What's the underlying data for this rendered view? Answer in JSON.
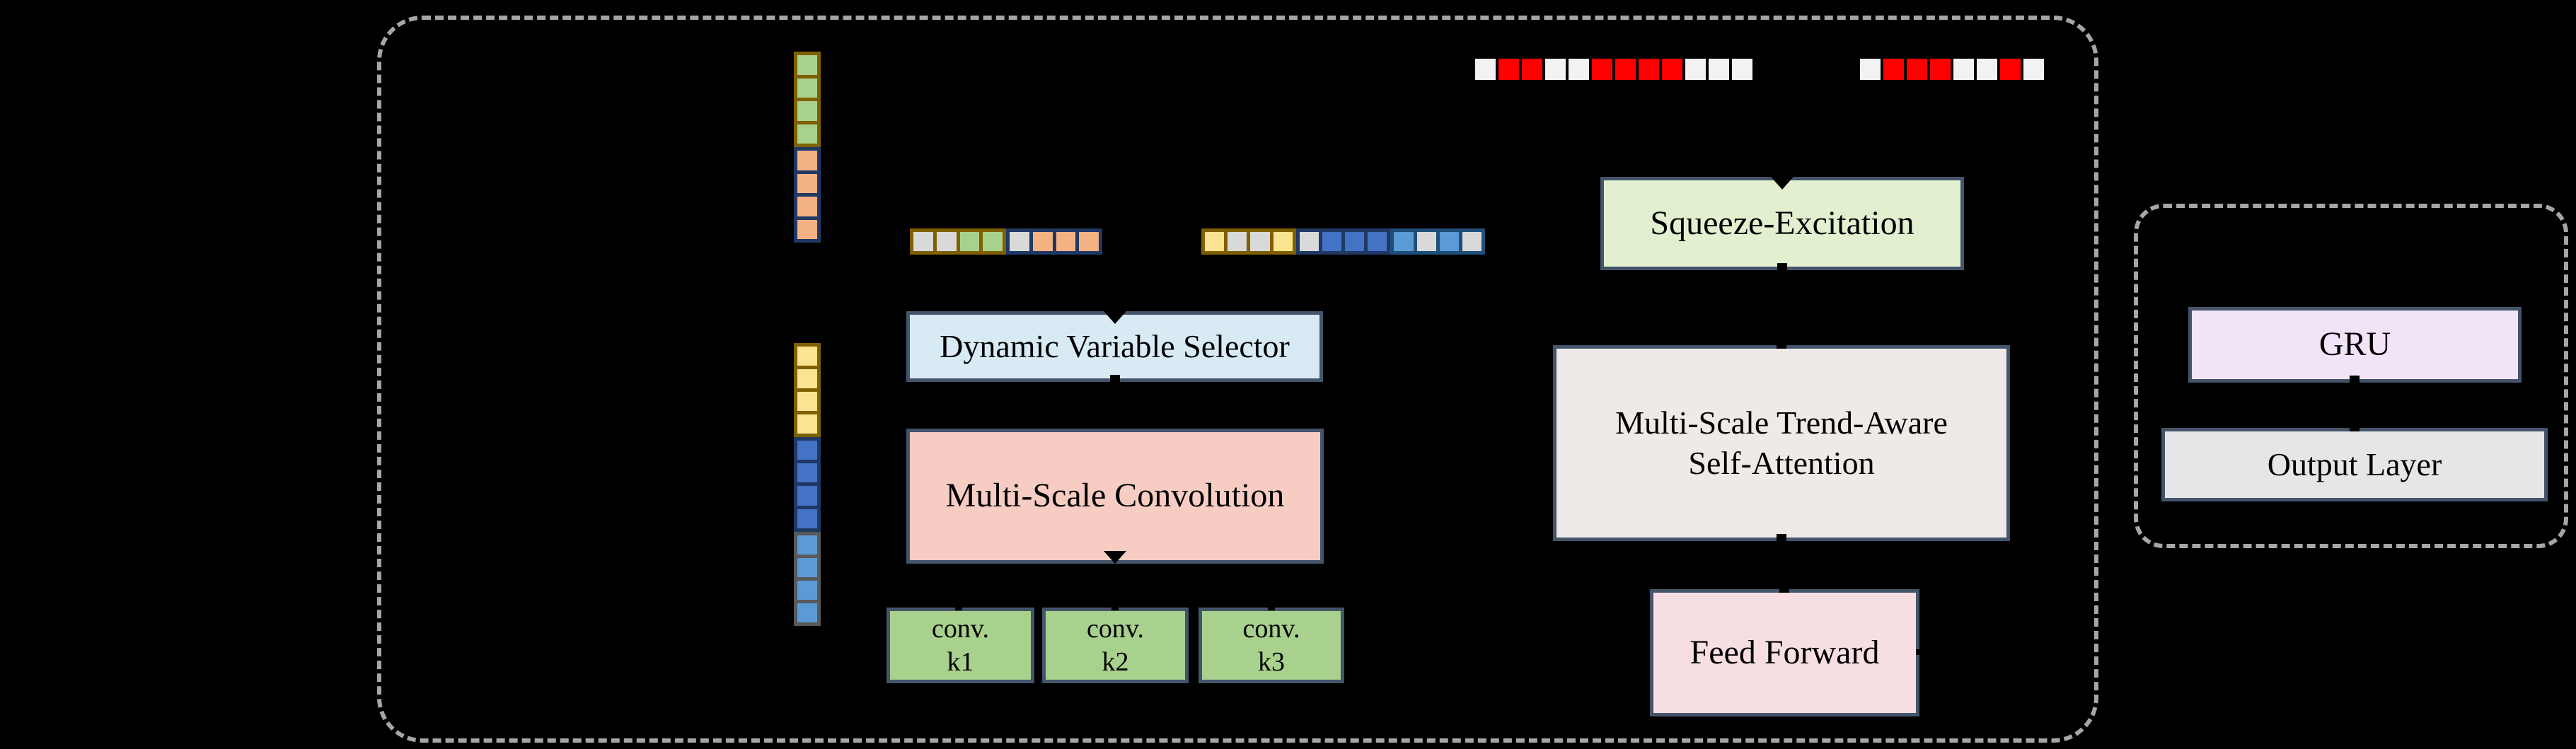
{
  "figure": {
    "description": "Model architecture diagram",
    "background_color": "#000000",
    "dash_color": "#a6a6a6",
    "block_border_color": "#44546a",
    "text_color": "#000000"
  },
  "palette": {
    "grey": "#d9d9d9",
    "green": "#a9d18e",
    "peach": "#f4b183",
    "yellow": "#fae391",
    "blue": "#4472c4",
    "lightblue": "#5b9bd5",
    "white": "#f2f2f2",
    "red": "#ff0000",
    "olive": "#7f6000",
    "navy": "#1f3864",
    "steel": "#1f4e79",
    "greyborder": "#595959"
  },
  "blocks": {
    "squeeze_excitation": {
      "label": "Squeeze-Excitation",
      "fill": "#e2f0d0"
    },
    "dynamic_variable_selector": {
      "label": "Dynamic Variable Selector",
      "fill": "#d8ebf5"
    },
    "multi_scale_convolution": {
      "label": "Multi-Scale Convolution",
      "fill": "#f6ccc3"
    },
    "conv_k1": {
      "line1": "conv.",
      "line2": "k1",
      "fill": "#a9d18e"
    },
    "conv_k2": {
      "line1": "conv.",
      "line2": "k2",
      "fill": "#a9d18e"
    },
    "conv_k3": {
      "line1": "conv.",
      "line2": "k3",
      "fill": "#a9d18e"
    },
    "self_attention": {
      "line1": "Multi-Scale Trend-Aware",
      "line2": "Self-Attention",
      "fill": "#efe9e7"
    },
    "feed_forward": {
      "label": "Feed Forward",
      "fill": "#f7dee3"
    },
    "gru": {
      "label": "GRU",
      "fill": "#f2e4f7"
    },
    "output_layer": {
      "label": "Output Layer",
      "fill": "#e6e6e6"
    }
  },
  "strips": {
    "left_column_top": {
      "groups": [
        {
          "border": "olive",
          "cells": [
            "green",
            "green",
            "green",
            "green"
          ]
        },
        {
          "border": "navy",
          "cells": [
            "peach",
            "peach",
            "peach",
            "peach"
          ]
        }
      ]
    },
    "left_column_bottom": {
      "groups": [
        {
          "border": "olive",
          "cells": [
            "yellow",
            "yellow",
            "yellow",
            "yellow"
          ]
        },
        {
          "border": "navy",
          "cells": [
            "blue",
            "blue",
            "blue",
            "blue"
          ]
        },
        {
          "border": "greyborder",
          "cells": [
            "lightblue",
            "lightblue",
            "lightblue",
            "lightblue"
          ]
        }
      ]
    },
    "token_row_left": {
      "groups": [
        {
          "border": "olive",
          "cells": [
            "grey",
            "grey",
            "green",
            "green"
          ]
        },
        {
          "border": "navy",
          "cells": [
            "grey",
            "peach",
            "peach",
            "peach"
          ]
        }
      ]
    },
    "token_row_right": {
      "groups": [
        {
          "border": "olive",
          "cells": [
            "yellow",
            "grey",
            "grey",
            "yellow"
          ]
        },
        {
          "border": "navy",
          "cells": [
            "grey",
            "blue",
            "blue",
            "blue"
          ]
        },
        {
          "border": "steel",
          "cells": [
            "lightblue",
            "grey",
            "lightblue",
            "grey"
          ]
        }
      ]
    }
  },
  "bit_rows": {
    "row_a": {
      "cells": [
        "white",
        "red",
        "red",
        "white",
        "white",
        "red",
        "red",
        "red",
        "red",
        "white",
        "white",
        "white"
      ]
    },
    "row_b": {
      "cells": [
        "white",
        "red",
        "red",
        "red",
        "white",
        "white",
        "red",
        "white"
      ]
    }
  }
}
